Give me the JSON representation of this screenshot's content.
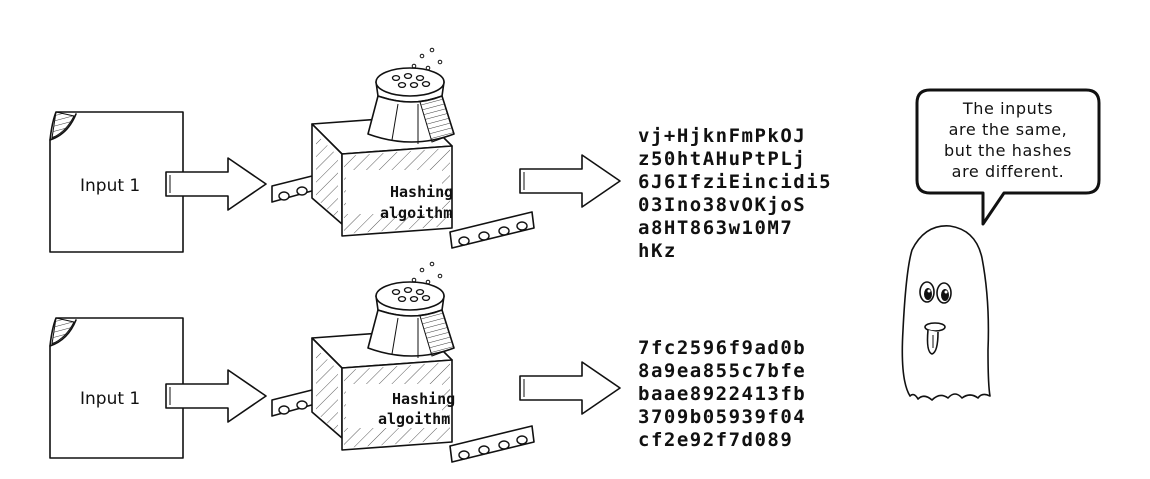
{
  "rows": [
    {
      "input_label": "Input 1",
      "machine_label_line1": "Hashing",
      "machine_label_line2": "algoithm",
      "hash_lines": [
        "vj+HjknFmPkOJ",
        "z50htAHuPtPLj",
        "6J6IfziEincidi5",
        "03Ino38vOKjoS",
        "a8HT863w10M7",
        "hKz"
      ]
    },
    {
      "input_label": "Input 1",
      "machine_label_line1": "Hashing",
      "machine_label_line2": "algoithm",
      "hash_lines": [
        "7fc2596f9ad0b",
        "8a9ea855c7bfe",
        "baae8922413fb",
        "3709b05939f04",
        "cf2e92f7d089"
      ]
    }
  ],
  "speech_bubble": {
    "lines": [
      "The inputs",
      "are the same,",
      "but the hashes",
      "are different."
    ]
  },
  "icons": {
    "document": "document-icon",
    "arrow": "right-arrow-icon",
    "machine": "hashing-machine-icon",
    "salt_shaker": "salt-shaker-icon",
    "ghost": "ghost-character-icon"
  }
}
